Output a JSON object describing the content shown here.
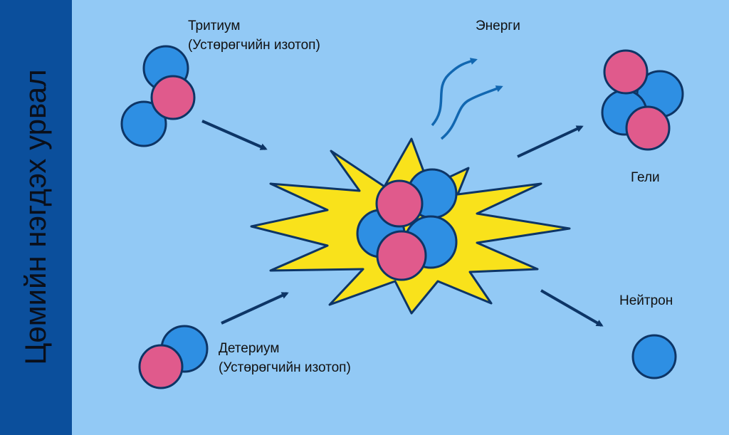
{
  "sidebar": {
    "title": "Цөмийн нэгдэх урвал"
  },
  "labels": {
    "tritium": "Тритиум",
    "tritium_sub": "(Устөрөгчийн изотоп)",
    "deuterium": "Детериум",
    "deuterium_sub": "(Устөрөгчийн изотоп)",
    "energy": "Энерги",
    "helium": "Гели",
    "neutron": "Нейтрон"
  },
  "colors": {
    "background": "#92c9f5",
    "sidebar": "#0b4f9c",
    "proton": "#e05a8c",
    "neutron": "#2e8fe3",
    "outline": "#0d3566",
    "explosion": "#f9e21b"
  }
}
